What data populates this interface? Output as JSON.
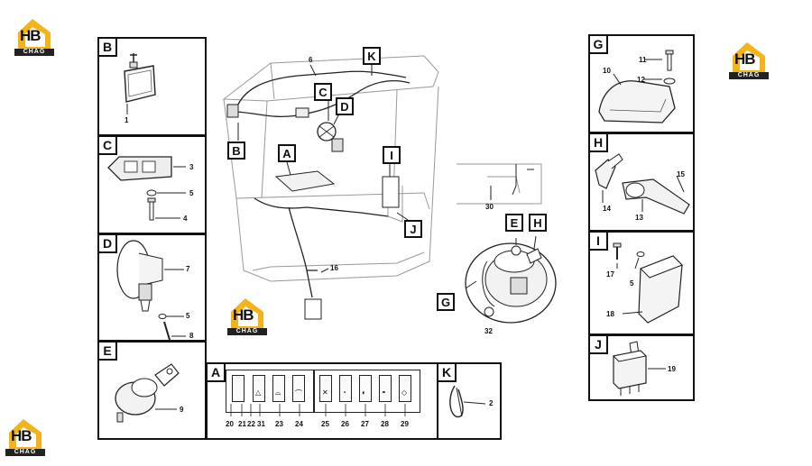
{
  "logo": {
    "mark": "HB",
    "text": "CHAG",
    "accent": "#f2b31b"
  },
  "panels": {
    "B": {
      "label": "B",
      "parts": [
        "1"
      ]
    },
    "C": {
      "label": "C",
      "parts": [
        "3",
        "5",
        "4"
      ]
    },
    "D": {
      "label": "D",
      "parts": [
        "7",
        "5",
        "8"
      ]
    },
    "E": {
      "label": "E",
      "parts": [
        "9"
      ]
    },
    "G": {
      "label": "G",
      "parts": [
        "11",
        "10",
        "12"
      ]
    },
    "H": {
      "label": "H",
      "parts": [
        "15",
        "14",
        "13"
      ]
    },
    "I": {
      "label": "I",
      "parts": [
        "17",
        "5",
        "18"
      ]
    },
    "J": {
      "label": "J",
      "parts": [
        "19"
      ]
    },
    "A": {
      "label": "A",
      "parts": [
        "20",
        "21",
        "22",
        "31",
        "23",
        "24",
        "25",
        "26",
        "27",
        "28",
        "29"
      ]
    },
    "K": {
      "label": "K",
      "parts": [
        "2"
      ]
    }
  },
  "main": {
    "callouts": [
      "K",
      "C",
      "D",
      "B",
      "A",
      "I",
      "J"
    ],
    "parts": [
      "6",
      "16"
    ]
  },
  "steering": {
    "callouts": [
      "E",
      "H",
      "G"
    ],
    "parts": [
      "30",
      "32"
    ]
  }
}
